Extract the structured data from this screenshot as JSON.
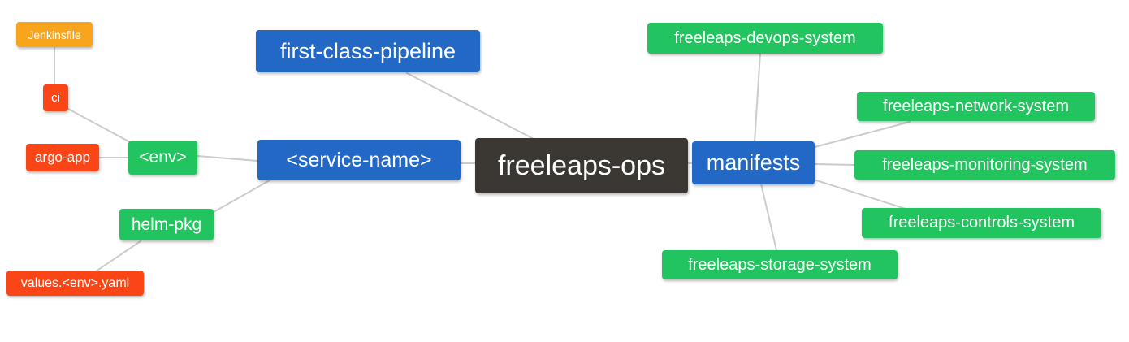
{
  "diagram": {
    "type": "mindmap",
    "root": "freeleaps-ops",
    "nodes": [
      {
        "id": "jenkinsfile",
        "label": "Jenkinsfile",
        "color": "orange"
      },
      {
        "id": "ci",
        "label": "ci",
        "color": "red"
      },
      {
        "id": "argo-app",
        "label": "argo-app",
        "color": "red"
      },
      {
        "id": "env",
        "label": "<env>",
        "color": "green"
      },
      {
        "id": "helm-pkg",
        "label": "helm-pkg",
        "color": "green"
      },
      {
        "id": "values-env-yaml",
        "label": "values.<env>.yaml",
        "color": "red"
      },
      {
        "id": "first-class-pipeline",
        "label": "first-class-pipeline",
        "color": "blue"
      },
      {
        "id": "service-name",
        "label": "<service-name>",
        "color": "blue"
      },
      {
        "id": "freeleaps-ops",
        "label": "freeleaps-ops",
        "color": "dark"
      },
      {
        "id": "manifests",
        "label": "manifests",
        "color": "blue"
      },
      {
        "id": "freeleaps-devops-system",
        "label": "freeleaps-devops-system",
        "color": "green"
      },
      {
        "id": "freeleaps-network-system",
        "label": "freeleaps-network-system",
        "color": "green"
      },
      {
        "id": "freeleaps-monitoring-system",
        "label": "freeleaps-monitoring-system",
        "color": "green"
      },
      {
        "id": "freeleaps-controls-system",
        "label": "freeleaps-controls-system",
        "color": "green"
      },
      {
        "id": "freeleaps-storage-system",
        "label": "freeleaps-storage-system",
        "color": "green"
      }
    ],
    "edges": [
      {
        "from": "ci",
        "to": "jenkinsfile"
      },
      {
        "from": "env",
        "to": "ci"
      },
      {
        "from": "env",
        "to": "argo-app"
      },
      {
        "from": "service-name",
        "to": "env"
      },
      {
        "from": "service-name",
        "to": "helm-pkg"
      },
      {
        "from": "helm-pkg",
        "to": "values-env-yaml"
      },
      {
        "from": "freeleaps-ops",
        "to": "first-class-pipeline"
      },
      {
        "from": "freeleaps-ops",
        "to": "service-name"
      },
      {
        "from": "freeleaps-ops",
        "to": "manifests"
      },
      {
        "from": "manifests",
        "to": "freeleaps-devops-system"
      },
      {
        "from": "manifests",
        "to": "freeleaps-network-system"
      },
      {
        "from": "manifests",
        "to": "freeleaps-monitoring-system"
      },
      {
        "from": "manifests",
        "to": "freeleaps-controls-system"
      },
      {
        "from": "manifests",
        "to": "freeleaps-storage-system"
      }
    ]
  },
  "palette": {
    "blue": "#2268C4",
    "green": "#21C45E",
    "red": "#FA4616",
    "orange": "#F8A41D",
    "dark": "#3B3834",
    "text": "#FFFFFF"
  },
  "edge_color": "#CCCCCC",
  "background": "#FFFFFF"
}
